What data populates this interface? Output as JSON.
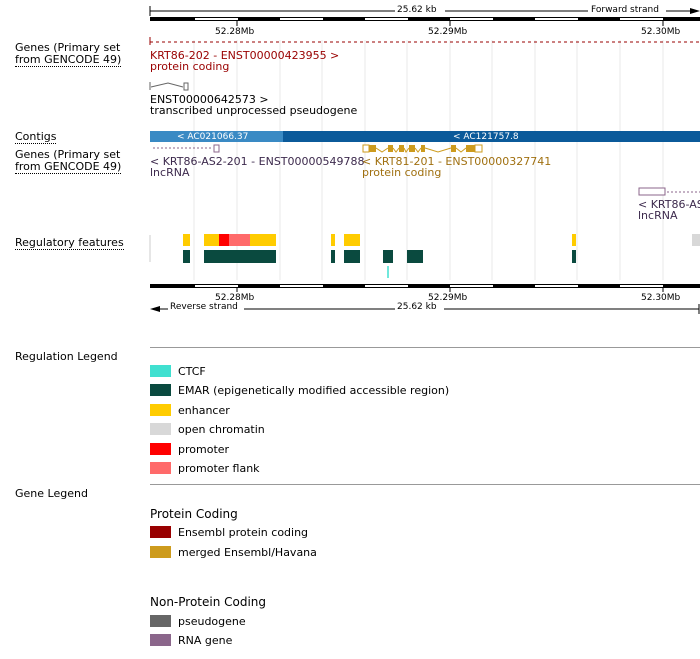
{
  "ruler": {
    "top_length": "25.62 kb",
    "top_strand": "Forward strand",
    "bottom_length": "25.62 kb",
    "bottom_strand": "Reverse strand",
    "ticks": [
      "52.28Mb",
      "52.29Mb",
      "52.30Mb"
    ]
  },
  "tracks": {
    "genes_fwd_label_1": "Genes (Primary set",
    "genes_fwd_label_2": "from GENCODE 49)",
    "contigs_label": "Contigs",
    "genes_rev_label_1": "Genes (Primary set",
    "genes_rev_label_2": "from GENCODE 49)",
    "regulatory_label": "Regulatory features"
  },
  "genes_forward": [
    {
      "name": "KRT86-202 - ENST00000423955 >",
      "biotype": "protein coding"
    },
    {
      "name": "ENST00000642573 >",
      "biotype": "transcribed unprocessed pseudogene"
    }
  ],
  "contigs": [
    {
      "name": "< AC021066.37"
    },
    {
      "name": "< AC121757.8"
    }
  ],
  "genes_reverse": [
    {
      "name": "< KRT86-AS2-201 - ENST00000549788",
      "biotype": "lncRNA"
    },
    {
      "name": "< KRT81-201 - ENST00000327741",
      "biotype": "protein coding"
    },
    {
      "name": "< KRT86-AS",
      "biotype": "lncRNA"
    }
  ],
  "colors": {
    "protein_coding_ensembl": "#990000",
    "merged": "#cd9b1d",
    "pseudogene": "#666666",
    "rna_gene": "#8b668b",
    "contig_light": "#3a8ac4",
    "contig_dark": "#0b5a9a",
    "ctcf": "#40e0d0",
    "emar": "#0a4a3f",
    "enhancer": "#ffcc00",
    "open_chromatin": "#d8d8d8",
    "promoter": "#ff0000",
    "promoter_flank": "#ff6a6a"
  },
  "regulation_legend": {
    "title": "Regulation Legend",
    "items": [
      {
        "label": "CTCF",
        "color": "#40e0d0"
      },
      {
        "label": "EMAR (epigenetically modified accessible region)",
        "color": "#0a4a3f"
      },
      {
        "label": "enhancer",
        "color": "#ffcc00"
      },
      {
        "label": "open chromatin",
        "color": "#d8d8d8"
      },
      {
        "label": "promoter",
        "color": "#ff0000"
      },
      {
        "label": "promoter flank",
        "color": "#ff6a6a"
      }
    ]
  },
  "gene_legend": {
    "title": "Gene Legend",
    "protein_coding_title": "Protein Coding",
    "protein_coding_items": [
      {
        "label": "Ensembl protein coding",
        "color": "#990000"
      },
      {
        "label": "merged Ensembl/Havana",
        "color": "#cd9b1d"
      }
    ],
    "non_protein_coding_title": "Non-Protein Coding",
    "non_protein_coding_items": [
      {
        "label": "pseudogene",
        "color": "#666666"
      },
      {
        "label": "RNA gene",
        "color": "#8b668b"
      }
    ]
  }
}
